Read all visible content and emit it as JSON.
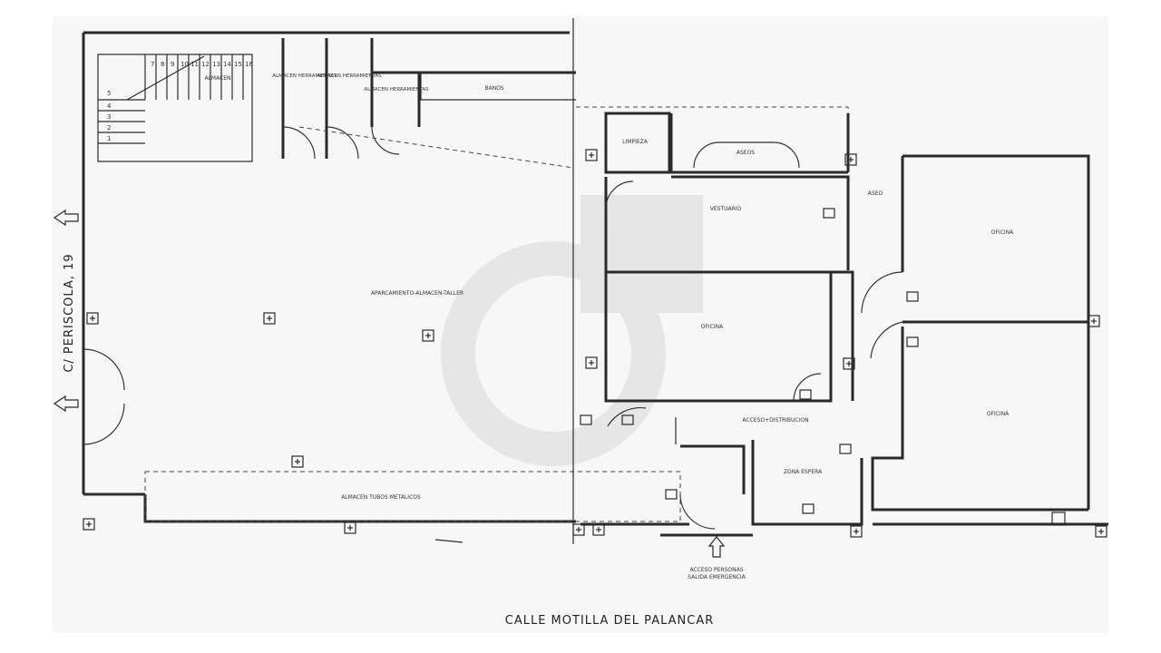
{
  "streets": {
    "bottom": "CALLE MOTILLA DEL PALANCAR",
    "left": "C/ PERISCOLA, 19"
  },
  "rooms": {
    "workshop": "APARCAMIENTO-ALMACEN-TALLER",
    "storage_1": "ALMACEN HERRAMIENTAS",
    "storage_2": "ALMACEN HERRAMIENTAS",
    "storage_3": "ALMACEN HERRAMIENTAS",
    "stairs_storage": "ALMACEN",
    "bathroom": "BANOS",
    "cleaning": "LIMPIEZA",
    "toilets": "ASEOS",
    "locker_room": "VESTUARIO",
    "office_center": "OFICINA",
    "office_right_top": "OFICINA",
    "office_right_bottom": "OFICINA",
    "toilet_right": "ASEO",
    "access_distribution": "ACCESO+DISTRIBUCION",
    "waiting_area": "ZONA ESPERA",
    "tubes_storage": "ALMACEN TUBOS METALICOS",
    "people_access": "ACCESO PERSONAS",
    "emergency_exit": "SALIDA EMERGENCIA"
  },
  "stair_numbers": [
    "7",
    "8",
    "9",
    "10",
    "11",
    "12",
    "13",
    "14",
    "15",
    "16"
  ],
  "stair_side_numbers": [
    "1",
    "2",
    "3",
    "4",
    "5"
  ]
}
